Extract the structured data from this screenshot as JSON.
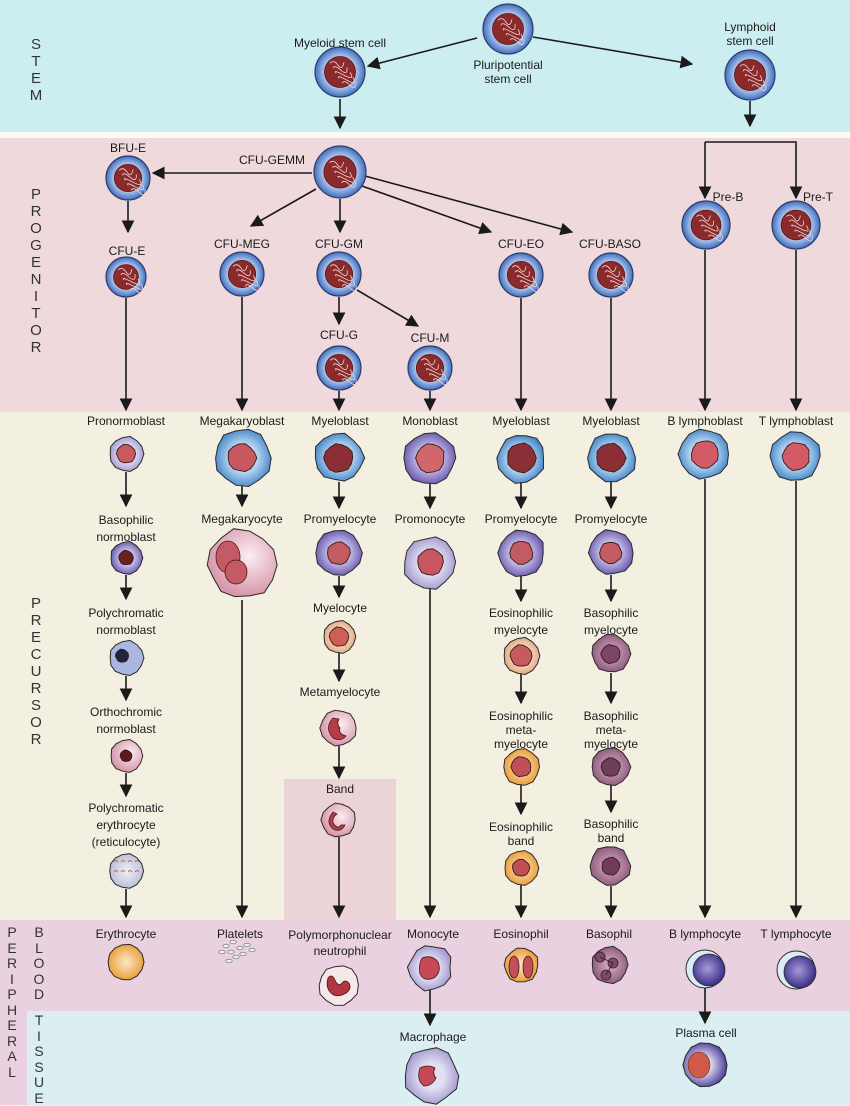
{
  "sections": {
    "stem": "STEM",
    "progenitor": "PROGENITOR",
    "precursor": "PRECURSOR",
    "peripheral": "PERIPHERAL",
    "blood": "BLOOD",
    "tissue": "TISSUE"
  },
  "colors": {
    "stem_bg": "#cdeef0",
    "progenitor_bg": "#efd9dc",
    "precursor_bg": "#f3f0e2",
    "blood_bg": "#ead1e0",
    "tissue_bg": "#dbeef2",
    "stem_cell_outer": "#5b86c9",
    "stem_cell_nucleus": "#8a2a2a"
  },
  "stem": {
    "pluripotential": "Pluripotential\nstem cell",
    "myeloid": "Myeloid stem cell",
    "lymphoid": "Lymphoid\nstem cell"
  },
  "progenitor": {
    "bfu_e": "BFU-E",
    "cfu_gemm": "CFU-GEMM",
    "cfu_e": "CFU-E",
    "cfu_meg": "CFU-MEG",
    "cfu_gm": "CFU-GM",
    "cfu_g": "CFU-G",
    "cfu_m": "CFU-M",
    "cfu_eo": "CFU-EO",
    "cfu_baso": "CFU-BASO",
    "pre_b": "Pre-B",
    "pre_t": "Pre-T"
  },
  "precursor": {
    "erythroid": [
      "Pronormoblast",
      "Basophilic\nnormoblast",
      "Polychromatic\nnormoblast",
      "Orthochromic\nnormoblast",
      "Polychromatic\nerythrocyte\n(reticulocyte)"
    ],
    "megakaryocytic": [
      "Megakaryoblast",
      "Megakaryocyte"
    ],
    "neutrophilic": [
      "Myeloblast",
      "Promyelocyte",
      "Myelocyte",
      "Metamyelocyte",
      "Band"
    ],
    "monocytic": [
      "Monoblast",
      "Promonocyte"
    ],
    "eosinophilic": [
      "Myeloblast",
      "Promyelocyte",
      "Eosinophilic\nmyelocyte",
      "Eosinophilic\nmeta-\nmyelocyte",
      "Eosinophilic\nband"
    ],
    "basophilic": [
      "Myeloblast",
      "Promyelocyte",
      "Basophilic\nmyelocyte",
      "Basophilic\nmeta-\nmyelocyte",
      "Basophilic\nband"
    ],
    "b_lymphoid": [
      "B lymphoblast"
    ],
    "t_lymphoid": [
      "T lymphoblast"
    ]
  },
  "blood": [
    "Erythrocyte",
    "Platelets",
    "Polymorphonuclear\nneutrophil",
    "Monocyte",
    "Eosinophil",
    "Basophil",
    "B lymphocyte",
    "T lymphocyte"
  ],
  "tissue": {
    "macrophage": "Macrophage",
    "plasma_cell": "Plasma cell"
  }
}
